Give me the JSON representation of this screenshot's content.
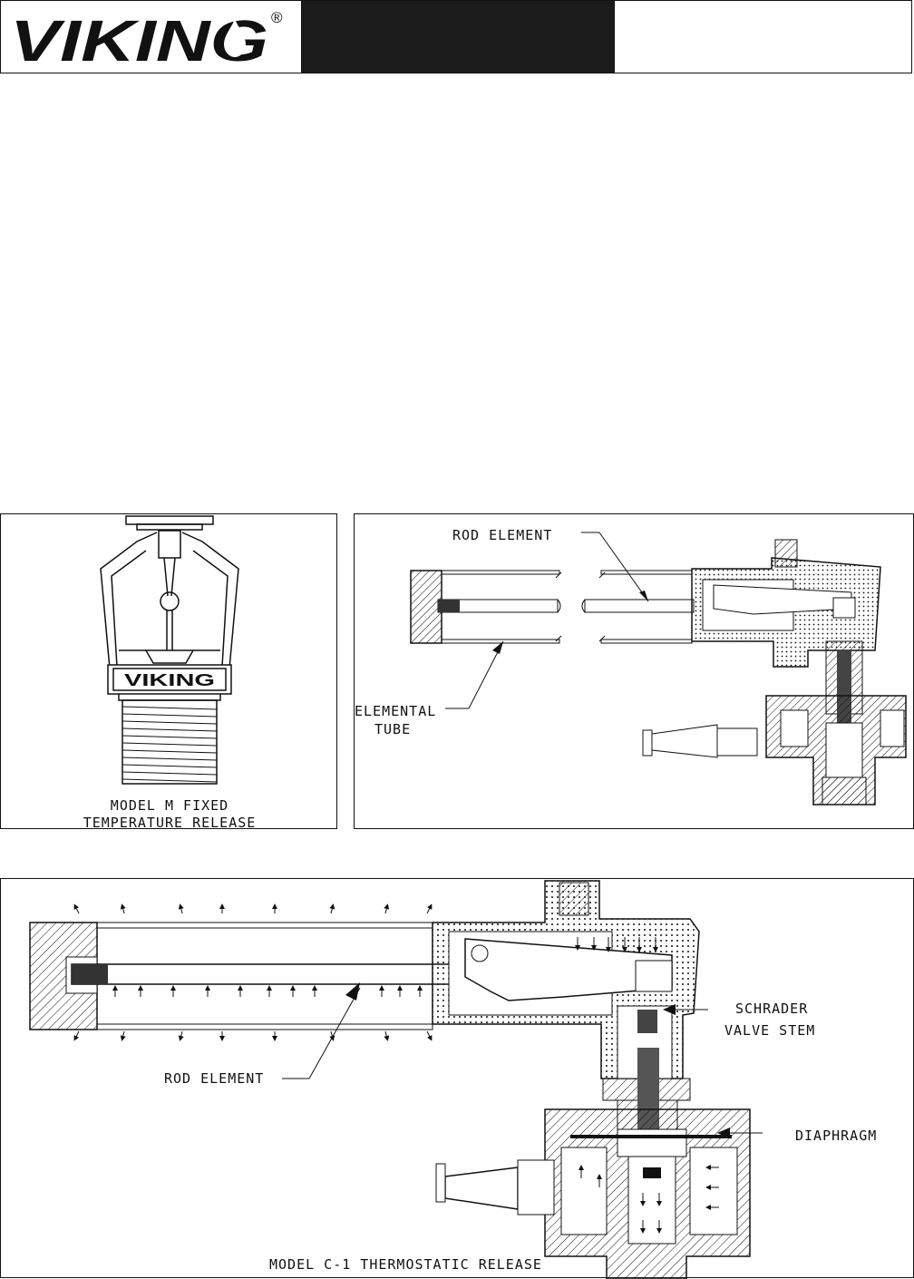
{
  "header": {
    "brand": "VIKING",
    "registered": "®"
  },
  "figure_m": {
    "sprinkler_brand": "VIKING",
    "caption_line1": "MODEL M FIXED",
    "caption_line2": "TEMPERATURE RELEASE"
  },
  "figure_top_right": {
    "rod_label": "ROD ELEMENT",
    "tube_label_line1": "ELEMENTAL",
    "tube_label_line2": "TUBE"
  },
  "figure_c1": {
    "rod_label": "ROD ELEMENT",
    "schrader_line1": "SCHRADER",
    "schrader_line2": "VALVE STEM",
    "diaphragm_label": "DIAPHRAGM",
    "caption": "MODEL C-1 THERMOSTATIC RELEASE"
  }
}
